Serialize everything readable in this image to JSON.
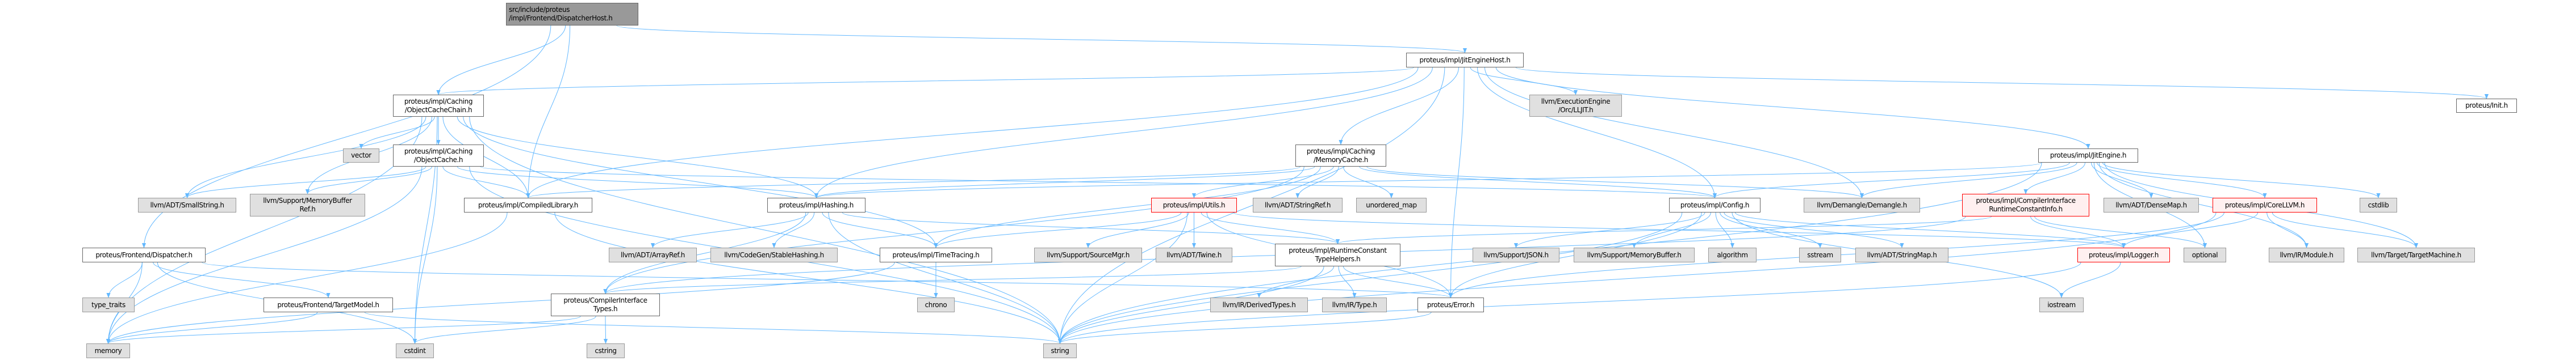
{
  "colors": {
    "edge": "#63b8ff",
    "main_fill": "#999999",
    "local_fill": "#ffffff",
    "ext_fill": "#e0e0e0",
    "red_border": "#ff0000"
  },
  "nodes": {
    "main": {
      "label": "src/include/proteus\n/impl/Frontend/DispatcherHost.h",
      "kind": "main"
    },
    "jeh": {
      "label": "proteus/impl/JitEngineHost.h",
      "kind": "local"
    },
    "occ": {
      "label": "proteus/impl/Caching\n/ObjectCacheChain.h",
      "kind": "local"
    },
    "lljit": {
      "label": "llvm/ExecutionEngine\n/Orc/LLJIT.h",
      "kind": "ext"
    },
    "init": {
      "label": "proteus/Init.h",
      "kind": "local"
    },
    "oc": {
      "label": "proteus/impl/Caching\n/ObjectCache.h",
      "kind": "local"
    },
    "mc": {
      "label": "proteus/impl/Caching\n/MemoryCache.h",
      "kind": "local"
    },
    "vector": {
      "label": "vector",
      "kind": "ext"
    },
    "je": {
      "label": "proteus/impl/JitEngine.h",
      "kind": "local"
    },
    "ss": {
      "label": "llvm/ADT/SmallString.h",
      "kind": "ext"
    },
    "mbr": {
      "label": "llvm/Support/MemoryBuffer\nRef.h",
      "kind": "ext"
    },
    "cl": {
      "label": "proteus/impl/CompiledLibrary.h",
      "kind": "local"
    },
    "hash": {
      "label": "proteus/impl/Hashing.h",
      "kind": "local"
    },
    "utils": {
      "label": "proteus/impl/Utils.h",
      "kind": "red"
    },
    "sref": {
      "label": "llvm/ADT/StringRef.h",
      "kind": "ext"
    },
    "umap": {
      "label": "unordered_map",
      "kind": "ext"
    },
    "config": {
      "label": "proteus/impl/Config.h",
      "kind": "local"
    },
    "demangle": {
      "label": "llvm/Demangle/Demangle.h",
      "kind": "ext"
    },
    "crci": {
      "label": "proteus/impl/CompilerInterface\nRuntimeConstantInfo.h",
      "kind": "red"
    },
    "dense": {
      "label": "llvm/ADT/DenseMap.h",
      "kind": "ext"
    },
    "core": {
      "label": "proteus/impl/CoreLLVM.h",
      "kind": "red"
    },
    "cstdlib": {
      "label": "cstdlib",
      "kind": "ext"
    },
    "disp": {
      "label": "proteus/Frontend/Dispatcher.h",
      "kind": "local"
    },
    "aref": {
      "label": "llvm/ADT/ArrayRef.h",
      "kind": "ext"
    },
    "stable": {
      "label": "llvm/CodeGen/StableHashing.h",
      "kind": "ext"
    },
    "tt": {
      "label": "proteus/impl/TimeTracing.h",
      "kind": "local"
    },
    "smgr": {
      "label": "llvm/Support/SourceMgr.h",
      "kind": "ext"
    },
    "twine": {
      "label": "llvm/ADT/Twine.h",
      "kind": "ext"
    },
    "rcth": {
      "label": "proteus/impl/RuntimeConstant\nTypeHelpers.h",
      "kind": "local"
    },
    "json": {
      "label": "llvm/Support/JSON.h",
      "kind": "ext"
    },
    "membuf": {
      "label": "llvm/Support/MemoryBuffer.h",
      "kind": "ext"
    },
    "algo": {
      "label": "algorithm",
      "kind": "ext"
    },
    "sstream": {
      "label": "sstream",
      "kind": "ext"
    },
    "smap": {
      "label": "llvm/ADT/StringMap.h",
      "kind": "ext"
    },
    "logger": {
      "label": "proteus/impl/Logger.h",
      "kind": "red"
    },
    "optional": {
      "label": "optional",
      "kind": "ext"
    },
    "module": {
      "label": "llvm/IR/Module.h",
      "kind": "ext"
    },
    "tm": {
      "label": "llvm/Target/TargetMachine.h",
      "kind": "ext"
    },
    "cit": {
      "label": "proteus/CompilerInterface\nTypes.h",
      "kind": "local"
    },
    "types": {
      "label": "type_traits",
      "kind": "ext"
    },
    "tmodel": {
      "label": "proteus/Frontend/TargetModel.h",
      "kind": "local"
    },
    "chrono": {
      "label": "chrono",
      "kind": "ext"
    },
    "derived": {
      "label": "llvm/IR/DerivedTypes.h",
      "kind": "ext"
    },
    "irtype": {
      "label": "llvm/IR/Type.h",
      "kind": "ext"
    },
    "error": {
      "label": "proteus/Error.h",
      "kind": "local"
    },
    "iostream": {
      "label": "iostream",
      "kind": "ext"
    },
    "memory": {
      "label": "memory",
      "kind": "ext"
    },
    "cstdint": {
      "label": "cstdint",
      "kind": "ext"
    },
    "cstring": {
      "label": "cstring",
      "kind": "ext"
    },
    "string": {
      "label": "string",
      "kind": "ext"
    }
  },
  "edges": [
    [
      "main",
      "occ"
    ],
    [
      "main",
      "cl"
    ],
    [
      "main",
      "disp"
    ],
    [
      "main",
      "jeh"
    ],
    [
      "jeh",
      "occ"
    ],
    [
      "jeh",
      "cl"
    ],
    [
      "jeh",
      "mc"
    ],
    [
      "jeh",
      "lljit"
    ],
    [
      "jeh",
      "je"
    ],
    [
      "jeh",
      "init"
    ],
    [
      "jeh",
      "error"
    ],
    [
      "jeh",
      "config"
    ],
    [
      "jeh",
      "hash"
    ],
    [
      "jeh",
      "string"
    ],
    [
      "jeh",
      "demangle"
    ],
    [
      "occ",
      "vector"
    ],
    [
      "occ",
      "oc"
    ],
    [
      "occ",
      "ss"
    ],
    [
      "occ",
      "mbr"
    ],
    [
      "occ",
      "memory"
    ],
    [
      "occ",
      "cstdint"
    ],
    [
      "occ",
      "cl"
    ],
    [
      "occ",
      "hash"
    ],
    [
      "occ",
      "string"
    ],
    [
      "occ",
      "tt"
    ],
    [
      "oc",
      "ss"
    ],
    [
      "oc",
      "mbr"
    ],
    [
      "oc",
      "cl"
    ],
    [
      "oc",
      "memory"
    ],
    [
      "oc",
      "cstdint"
    ],
    [
      "oc",
      "string"
    ],
    [
      "oc",
      "hash"
    ],
    [
      "oc",
      "config"
    ],
    [
      "cl",
      "memory"
    ],
    [
      "cl",
      "string"
    ],
    [
      "disp",
      "types"
    ],
    [
      "disp",
      "memory"
    ],
    [
      "disp",
      "cstdint"
    ],
    [
      "disp",
      "tmodel"
    ],
    [
      "disp",
      "error"
    ],
    [
      "tmodel",
      "string"
    ],
    [
      "tmodel",
      "memory"
    ],
    [
      "hash",
      "aref"
    ],
    [
      "hash",
      "stable"
    ],
    [
      "hash",
      "tt"
    ],
    [
      "hash",
      "string"
    ],
    [
      "hash",
      "cit"
    ],
    [
      "hash",
      "rcth"
    ],
    [
      "tt",
      "chrono"
    ],
    [
      "tt",
      "memory"
    ],
    [
      "cit",
      "cstring"
    ],
    [
      "cit",
      "cstdint"
    ],
    [
      "cit",
      "memory"
    ],
    [
      "mc",
      "utils"
    ],
    [
      "mc",
      "sref"
    ],
    [
      "mc",
      "umap"
    ],
    [
      "mc",
      "hash"
    ],
    [
      "mc",
      "cl"
    ],
    [
      "mc",
      "config"
    ],
    [
      "mc",
      "tt"
    ],
    [
      "mc",
      "cit"
    ],
    [
      "mc",
      "demangle"
    ],
    [
      "utils",
      "smgr"
    ],
    [
      "utils",
      "twine"
    ],
    [
      "utils",
      "error"
    ],
    [
      "utils",
      "string"
    ],
    [
      "utils",
      "tt"
    ],
    [
      "utils",
      "rcth"
    ],
    [
      "utils",
      "logger"
    ],
    [
      "rcth",
      "derived"
    ],
    [
      "rcth",
      "irtype"
    ],
    [
      "rcth",
      "error"
    ],
    [
      "rcth",
      "string"
    ],
    [
      "rcth",
      "cit"
    ],
    [
      "error",
      "string"
    ],
    [
      "config",
      "json"
    ],
    [
      "config",
      "membuf"
    ],
    [
      "config",
      "algo"
    ],
    [
      "config",
      "sstream"
    ],
    [
      "config",
      "smap"
    ],
    [
      "config",
      "string"
    ],
    [
      "config",
      "logger"
    ],
    [
      "config",
      "error"
    ],
    [
      "config",
      "iostream"
    ],
    [
      "je",
      "config"
    ],
    [
      "je",
      "demangle"
    ],
    [
      "je",
      "crci"
    ],
    [
      "je",
      "dense"
    ],
    [
      "je",
      "core"
    ],
    [
      "je",
      "cstdlib"
    ],
    [
      "je",
      "module"
    ],
    [
      "je",
      "tm"
    ],
    [
      "je",
      "optional"
    ],
    [
      "je",
      "hash"
    ],
    [
      "je",
      "string"
    ],
    [
      "crci",
      "logger"
    ],
    [
      "crci",
      "optional"
    ],
    [
      "crci",
      "rcth"
    ],
    [
      "crci",
      "cit"
    ],
    [
      "core",
      "logger"
    ],
    [
      "core",
      "module"
    ],
    [
      "core",
      "tm"
    ],
    [
      "core",
      "error"
    ],
    [
      "core",
      "string"
    ],
    [
      "logger",
      "iostream"
    ],
    [
      "logger",
      "string"
    ]
  ]
}
